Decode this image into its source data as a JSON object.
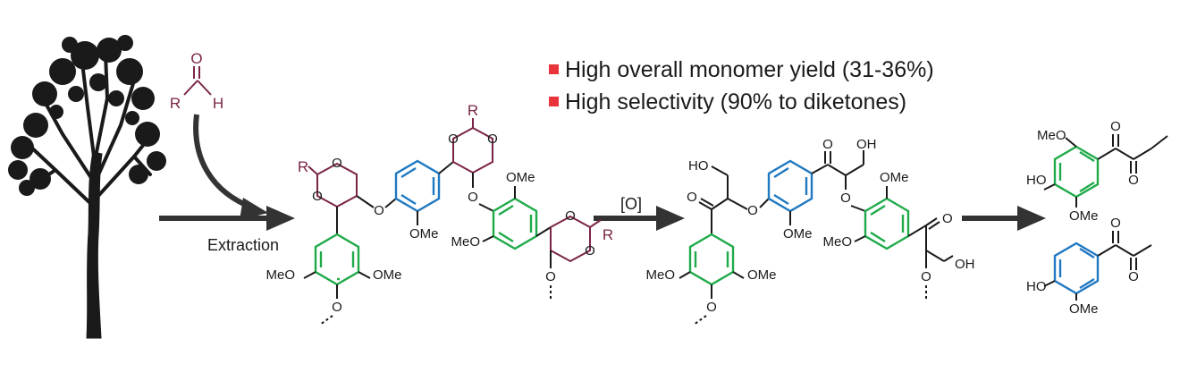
{
  "colors": {
    "bullet": "#e8343a",
    "syringyl_ring": "#1faa4a",
    "guaiacyl_ring": "#1f78c1",
    "aldehyde_protection": "#7a2548",
    "arrow": "#333333",
    "text": "#1a1a1a"
  },
  "highlights": [
    "High overall monomer yield (31-36%)",
    "High selectivity (90% to diketones)"
  ],
  "steps": {
    "extraction": "Extraction",
    "oxidation": "[O]"
  },
  "reagent": {
    "o": "O",
    "r": "R",
    "h": "H"
  },
  "atoms": {
    "r": "R",
    "o": "O",
    "ome": "OMe",
    "meo": "MeO",
    "ho": "HO",
    "oh": "OH"
  },
  "icons": {
    "biomass": "tree-icon",
    "arrow": "reaction-arrow-icon",
    "bullet": "square-bullet-icon"
  }
}
